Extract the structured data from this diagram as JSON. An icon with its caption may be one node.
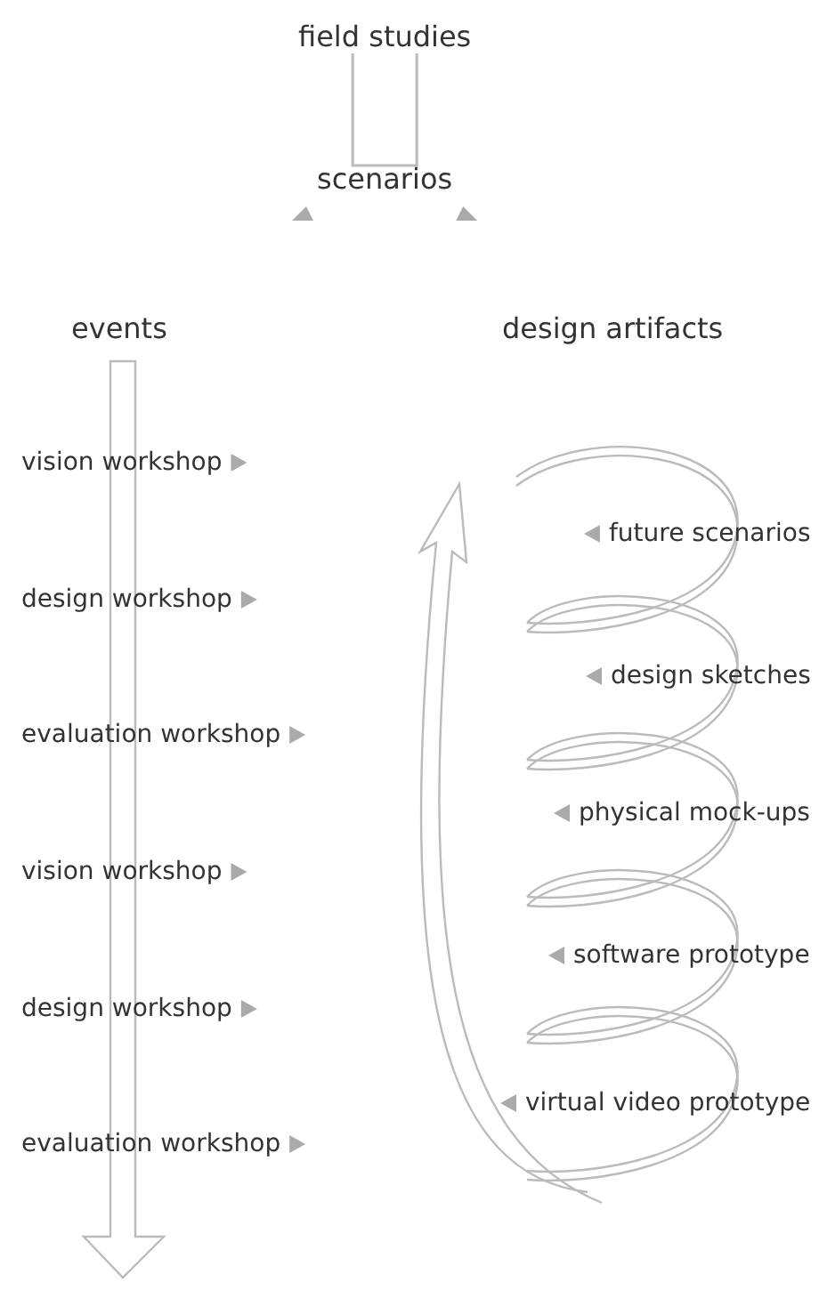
{
  "diagram": {
    "nodes": [
      {
        "text": [
          "field studies"
        ]
      },
      {
        "text": [
          "scenarios"
        ]
      },
      {
        "text": [
          "events"
        ]
      },
      {
        "text": [
          "design artifacts"
        ]
      },
      {
        "text": [
          "vision workshop"
        ]
      },
      {
        "text": [
          "design workshop"
        ]
      },
      {
        "text": [
          "evaluation workshop"
        ]
      },
      {
        "text": [
          "vision workshop"
        ]
      },
      {
        "text": [
          "design workshop"
        ]
      },
      {
        "text": [
          "evaluation workshop"
        ]
      },
      {
        "text": [
          "future scenarios"
        ]
      },
      {
        "text": [
          "design sketches"
        ]
      },
      {
        "text": [
          "physical mock-ups"
        ]
      },
      {
        "text": [
          "software prototype"
        ]
      },
      {
        "text": [
          "virtual video prototype"
        ]
      }
    ],
    "edges": [
      {
        "from": 0,
        "to": 1,
        "arrow": "none"
      }
    ]
  }
}
